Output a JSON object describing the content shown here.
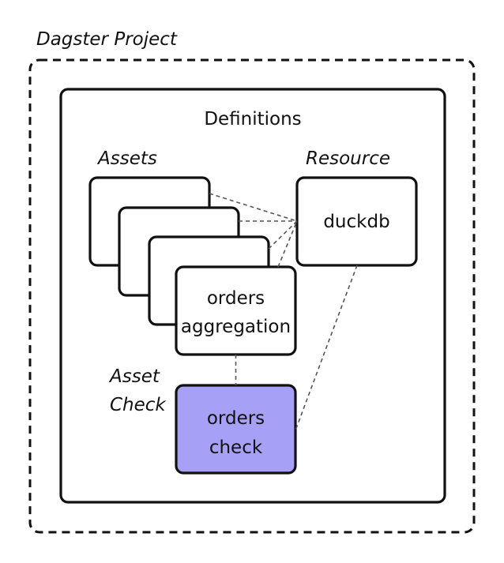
{
  "project": {
    "title": "Dagster Project"
  },
  "definitions": {
    "title": "Definitions"
  },
  "assets": {
    "label": "Assets",
    "main": {
      "line1": "orders",
      "line2": "aggregation"
    }
  },
  "resource": {
    "label": "Resource",
    "name": "duckdb"
  },
  "asset_check": {
    "label_line1": "Asset",
    "label_line2": "Check",
    "box_line1": "orders",
    "box_line2": "check"
  },
  "colors": {
    "check_fill": "#a6a1f7",
    "border": "#111111",
    "connector": "#555555"
  }
}
